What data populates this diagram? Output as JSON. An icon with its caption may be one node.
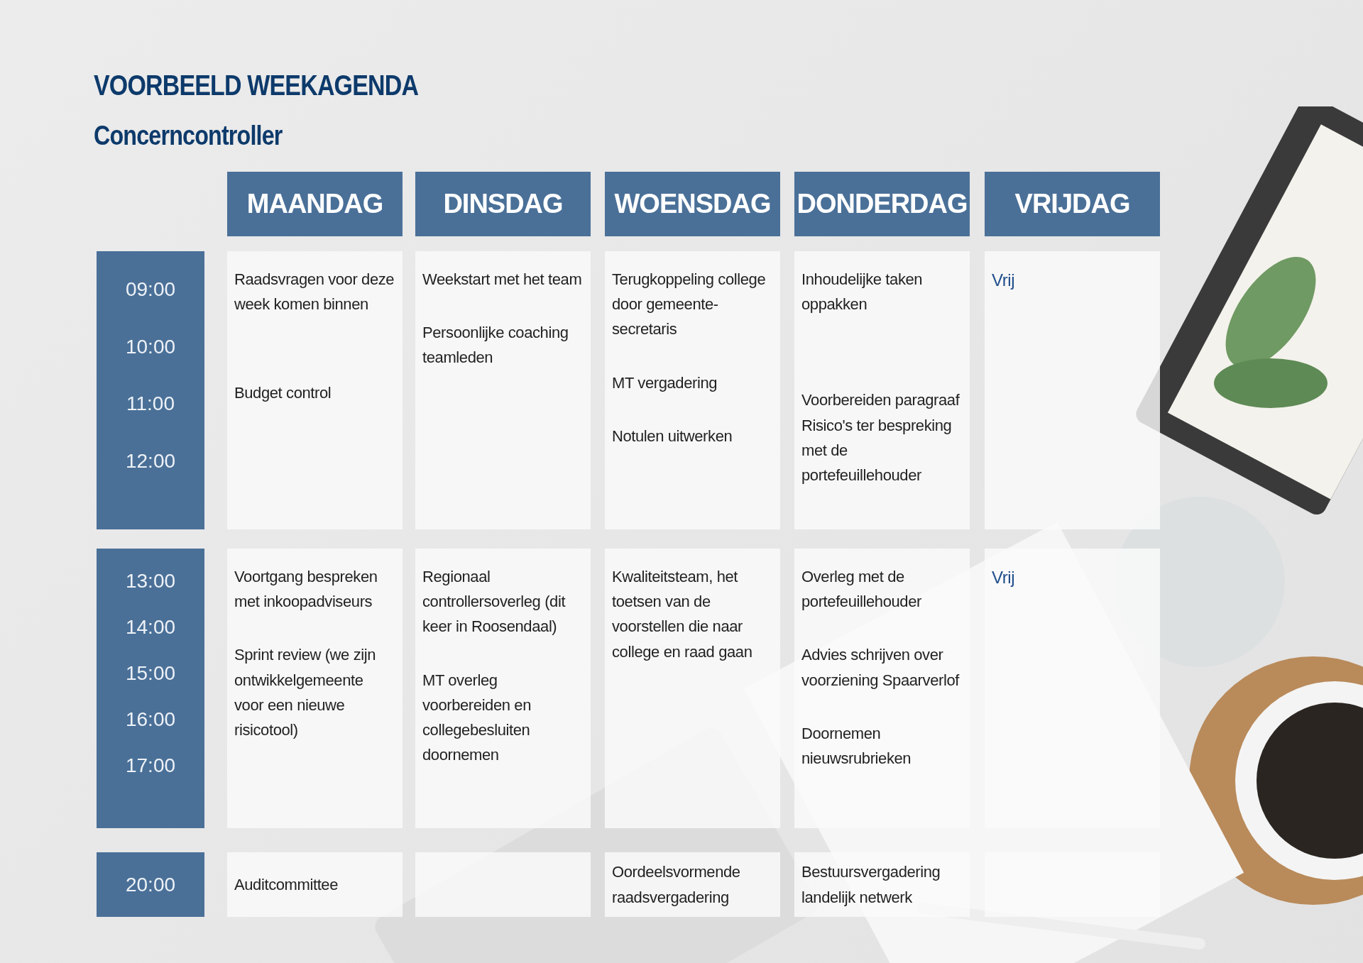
{
  "diagram": {
    "title": "VOORBEELD WEEKAGENDA",
    "nodes": [
      {
        "text": [
          "MAANDAG"
        ]
      },
      {
        "text": [
          "DINSDAG"
        ]
      },
      {
        "text": [
          "WOENSDAG"
        ]
      },
      {
        "text": [
          "DONDERDAG"
        ]
      },
      {
        "text": [
          "VRIJDAG"
        ]
      },
      {
        "text": [
          "09:00",
          "10:00",
          "11:00",
          "12:00"
        ]
      },
      {
        "text": [
          "Raadsvragen voor deze week komen binnen",
          "Budget control"
        ]
      },
      {
        "text": [
          "Weekstart met het team",
          "Persoonlijke coaching teamleden"
        ]
      },
      {
        "text": [
          "Terugkoppeling college door gemeente-secretaris",
          "MT vergadering",
          "Notulen uitwerken"
        ]
      },
      {
        "text": [
          "Inhoudelijke taken oppakken",
          "Voorbereiden paragraaf Risico's ter bespreking met de portefeuillehouder"
        ]
      },
      {
        "text": [
          "Vrij"
        ]
      },
      {
        "text": [
          "13:00",
          "14:00",
          "15:00",
          "16:00",
          "17:00"
        ]
      },
      {
        "text": [
          "Voortgang bespreken met inkoopadviseurs",
          "Sprint review (we zijn ontwikkelgemeente voor een nieuwe risicotool)"
        ]
      },
      {
        "text": [
          "Regionaal controllersoverleg (dit keer in Roosendaal)",
          "MT overleg voorbereiden en collegebesluiten doornemen"
        ]
      },
      {
        "text": [
          "Kwaliteitsteam, het toetsen van de voorstellen die naar college en raad gaan"
        ]
      },
      {
        "text": [
          "Overleg met de portefeuillehouder",
          "Advies schrijven over voorziening Spaarverlof",
          "Doornemen nieuwsrubrieken"
        ]
      },
      {
        "text": [
          "Vrij"
        ]
      },
      {
        "text": [
          "20:00"
        ]
      },
      {
        "text": [
          "Auditcommittee"
        ]
      },
      {
        "text": [],
        "shape": "box"
      },
      {
        "text": [
          "Oordeelsvormende raadsvergadering"
        ]
      },
      {
        "text": [
          "Bestuursvergadering landelijk netwerk"
        ]
      },
      {
        "text": [],
        "shape": "box"
      }
    ],
    "labels": [
      "Concerncontroller"
    ]
  }
}
